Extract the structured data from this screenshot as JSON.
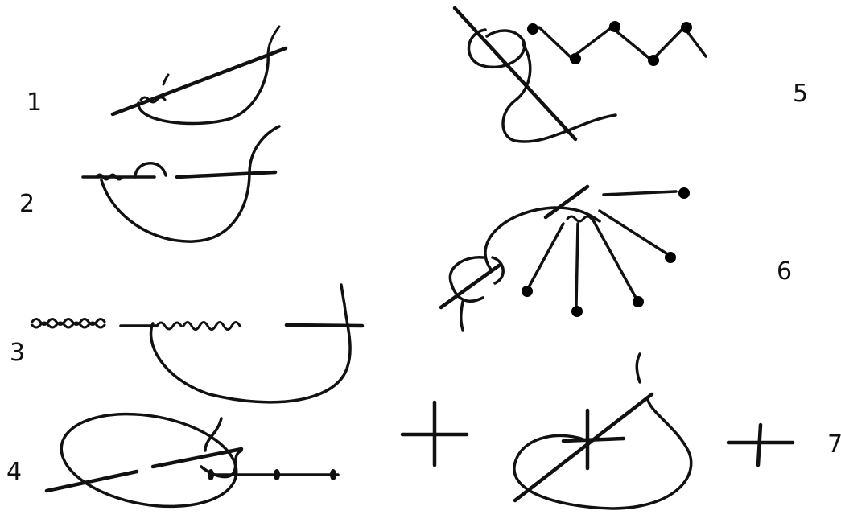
{
  "labels": [
    "1",
    "2",
    "3",
    "4",
    "5",
    "6",
    "7"
  ],
  "stroke_color": "#111111",
  "background": "#ffffff"
}
